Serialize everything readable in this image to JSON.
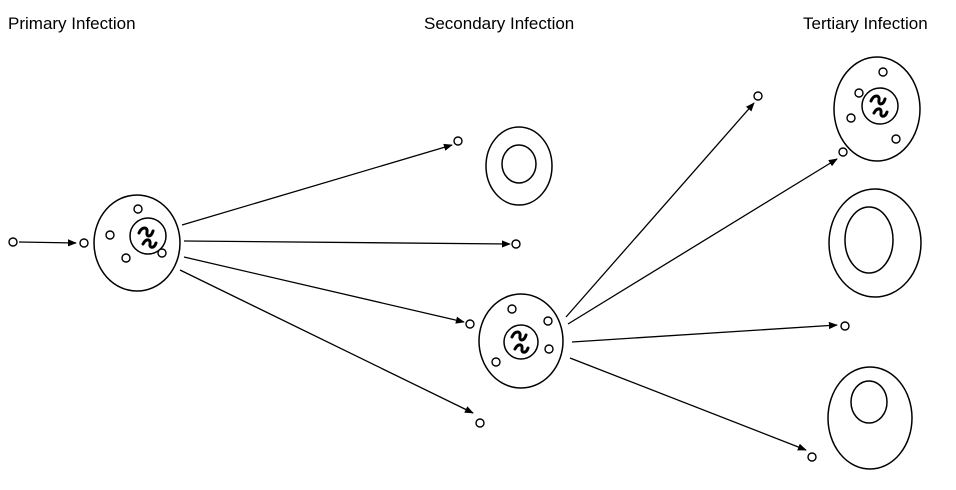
{
  "labels": {
    "primary": "Primary Infection",
    "secondary": "Secondary Infection",
    "tertiary": "Tertiary Infection"
  },
  "colors": {
    "ink": "#000000",
    "background": "#ffffff"
  }
}
